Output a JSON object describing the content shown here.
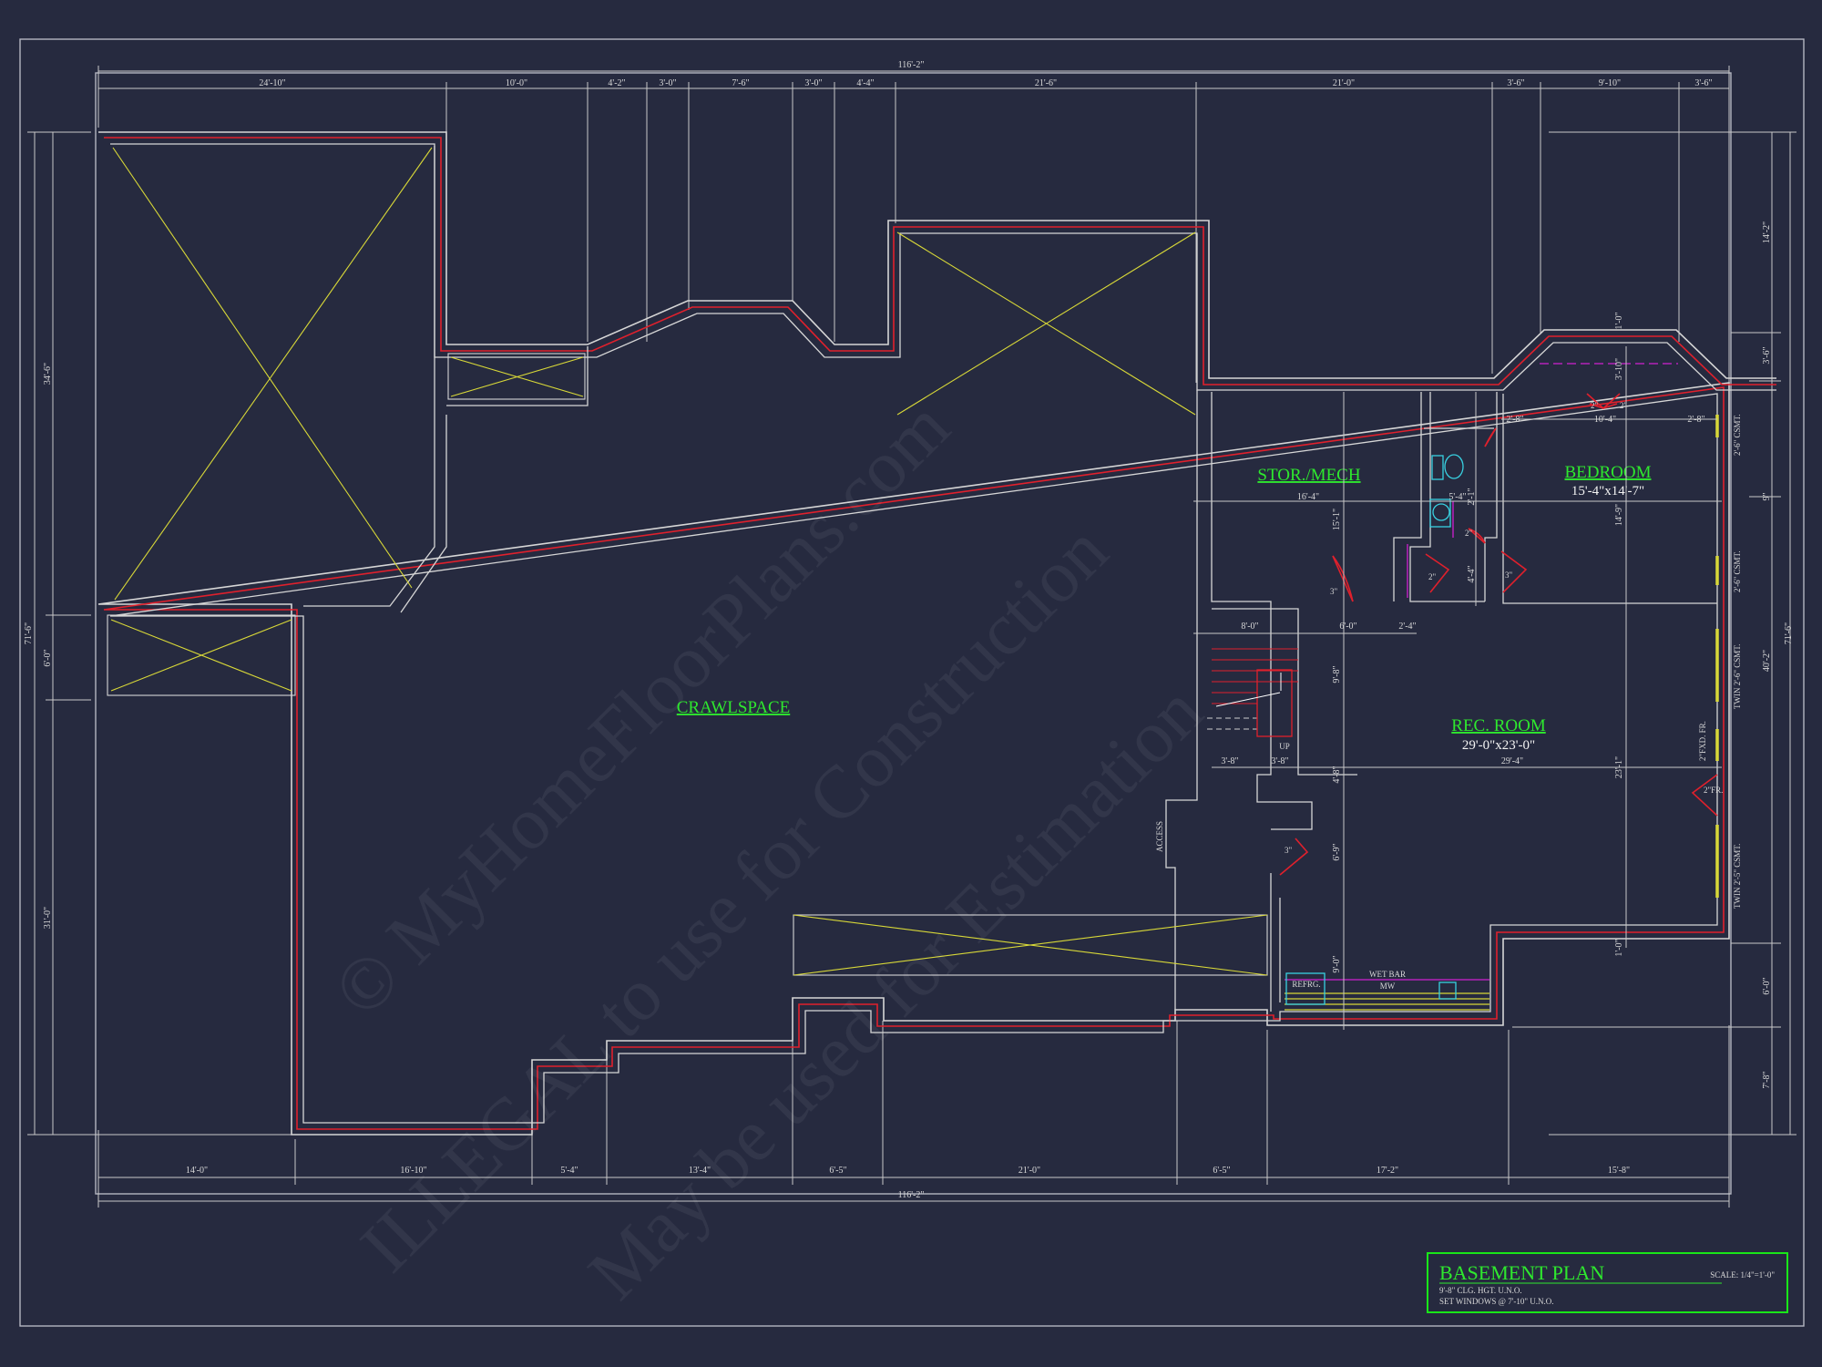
{
  "title_block": {
    "title": "BASEMENT PLAN",
    "scale": "SCALE: 1/4\"=1'-0\"",
    "note_1": "9'-8\" CLG. HGT. U.N.O.",
    "note_2": "SET WINDOWS @ 7'-10\" U.N.O."
  },
  "rooms": {
    "crawlspace": "CRAWLSPACE",
    "stor_mech": "STOR./MECH",
    "bedroom": "BEDROOM",
    "bedroom_size": "15'-4\"x14'-7\"",
    "rec_room": "REC. ROOM",
    "rec_room_size": "29'-0\"x23'-0\""
  },
  "labels": {
    "up": "UP",
    "access": "ACCESS",
    "refrig": "REFRG.",
    "wet_bar": "WET BAR",
    "mw": "MW",
    "window_1": "2'-6\" CSMT.",
    "window_2": "2'-6\" CSMT.",
    "window_3": "TWIN 2'-6\" CSMT.",
    "window_4": "TWIN 2'-5\" CSMT.",
    "fixed_window": "2\"FXD. FR.",
    "french": "2\"FR.",
    "bed_door_1": "2\"",
    "bed_door_2": "2\"",
    "bath_door_1": "2\"",
    "bath_door_2": "2\"",
    "hall_door": "3\"",
    "closet_door": "3\"",
    "rec_door": "3\""
  },
  "dimensions": {
    "top_overall": "116'-2\"",
    "top": [
      "24'-10\"",
      "10'-0\"",
      "4'-2\"",
      "3'-0\"",
      "7'-6\"",
      "3'-0\"",
      "4'-4\"",
      "21'-6\"",
      "21'-0\"",
      "3'-6\"",
      "9'-10\"",
      "3'-6\""
    ],
    "bottom_overall": "116'-2\"",
    "bottom": [
      "14'-0\"",
      "16'-10\"",
      "5'-4\"",
      "13'-4\"",
      "6'-5\"",
      "21'-0\"",
      "6'-5\"",
      "17'-2\"",
      "15'-8\""
    ],
    "left_overall": "71'-6\"",
    "left": [
      "34'-6\"",
      "6'-0\"",
      "31'-0\""
    ],
    "right_overall": "71'-6\"",
    "right": [
      "14'-2\"",
      "3'-6\"",
      "9\"",
      "40'-2\"",
      "6'-0\"",
      "7'-8\""
    ],
    "interior": {
      "stor_width": "16'-4\"",
      "stor_depth": "15'-1\"",
      "bed_depth": "14'-9\"",
      "bay_1": "2'-8\"",
      "bay_2": "10'-4\"",
      "bay_3": "2'-8\"",
      "bay_depth_1": "1'-0\"",
      "bay_depth_2": "3'-10\"",
      "bath_1": "5'-4\"",
      "bath_2": "2'-1\"",
      "bath_3": "4'-4\"",
      "hall_1": "8'-0\"",
      "hall_2": "6'-0\"",
      "hall_3": "2'-4\"",
      "stair_1": "9'-8\"",
      "stair_2": "3'-8\"",
      "stair_3": "3'-8\"",
      "rec_width": "29'-4\"",
      "rec_depth": "23'-1\"",
      "rec_1": "4'-8\"",
      "rec_2": "6'-9\"",
      "rec_3": "9'-0\"",
      "rec_4": "1'-0\""
    }
  },
  "watermark": {
    "line_1": "© MyHomeFloorPlans.com",
    "line_2": "ILLEGAL to use for Construction",
    "line_3": "May be used for Estimation"
  },
  "colors": {
    "background": "#262a3f",
    "wall_outer": "#d6d6d6",
    "wall_red": "#e0202c",
    "open_to_above": "#d8d838",
    "room_label": "#2ee82e",
    "title_border": "#19e619"
  }
}
